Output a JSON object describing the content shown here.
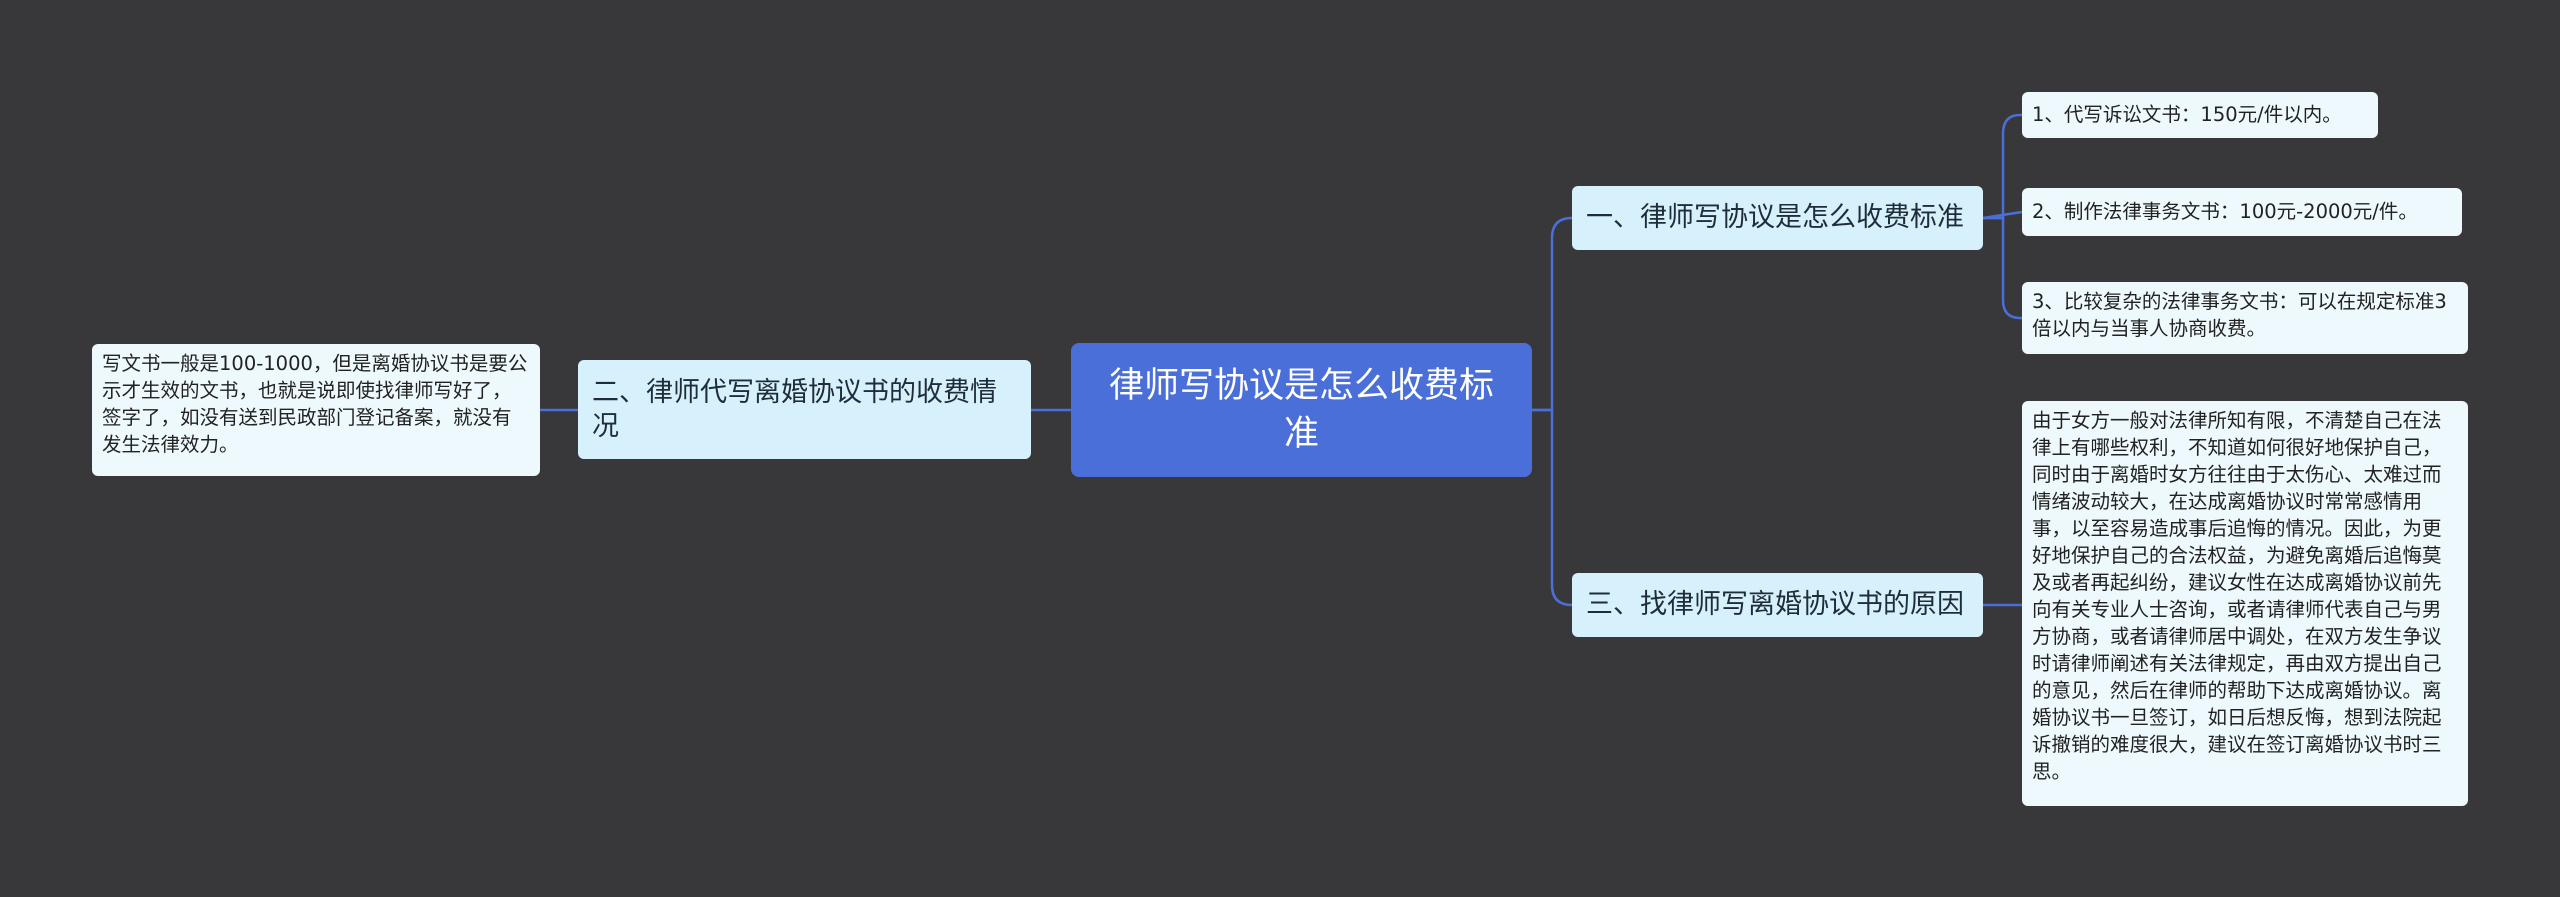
{
  "root": {
    "text": "律师写协议是怎么收费标准"
  },
  "branches": [
    {
      "id": "b1",
      "text": "一、律师写协议是怎么收费标准",
      "children": [
        "1、代写诉讼文书：150元/件以内。",
        "2、制作法律事务文书：100元-2000元/件。",
        "3、比较复杂的法律事务文书：可以在规定标准3倍以内与当事人协商收费。"
      ]
    },
    {
      "id": "b2",
      "text": "二、律师代写离婚协议书的收费情况",
      "children": [
        "写文书一般是100-1000，但是离婚协议书是要公示才生效的文书，也就是说即使找律师写好了，签字了，如没有送到民政部门登记备案，就没有发生法律效力。"
      ]
    },
    {
      "id": "b3",
      "text": "三、找律师写离婚协议书的原因",
      "children": [
        "由于女方一般对法律所知有限，不清楚自己在法律上有哪些权利，不知道如何很好地保护自己，同时由于离婚时女方往往由于太伤心、太难过而情绪波动较大，在达成离婚协议时常常感情用事，以至容易造成事后追悔的情况。因此，为更好地保护自己的合法权益，为避免离婚后追悔莫及或者再起纠纷，建议女性在达成离婚协议前先向有关专业人士咨询，或者请律师代表自己与男方协商，或者请律师居中调处，在双方发生争议时请律师阐述有关法律规定，再由双方提出自己的意见，然后在律师的帮助下达成离婚协议。离婚协议书一旦签订，如日后想反悔，想到法院起诉撤销的难度很大，建议在签订离婚协议书时三思。"
      ]
    }
  ],
  "colors": {
    "background": "#38373a",
    "root": "#4b6fd9",
    "branch": "#d6f1fb",
    "leaf": "#eef9fd",
    "connector": "#4b6fd9"
  }
}
